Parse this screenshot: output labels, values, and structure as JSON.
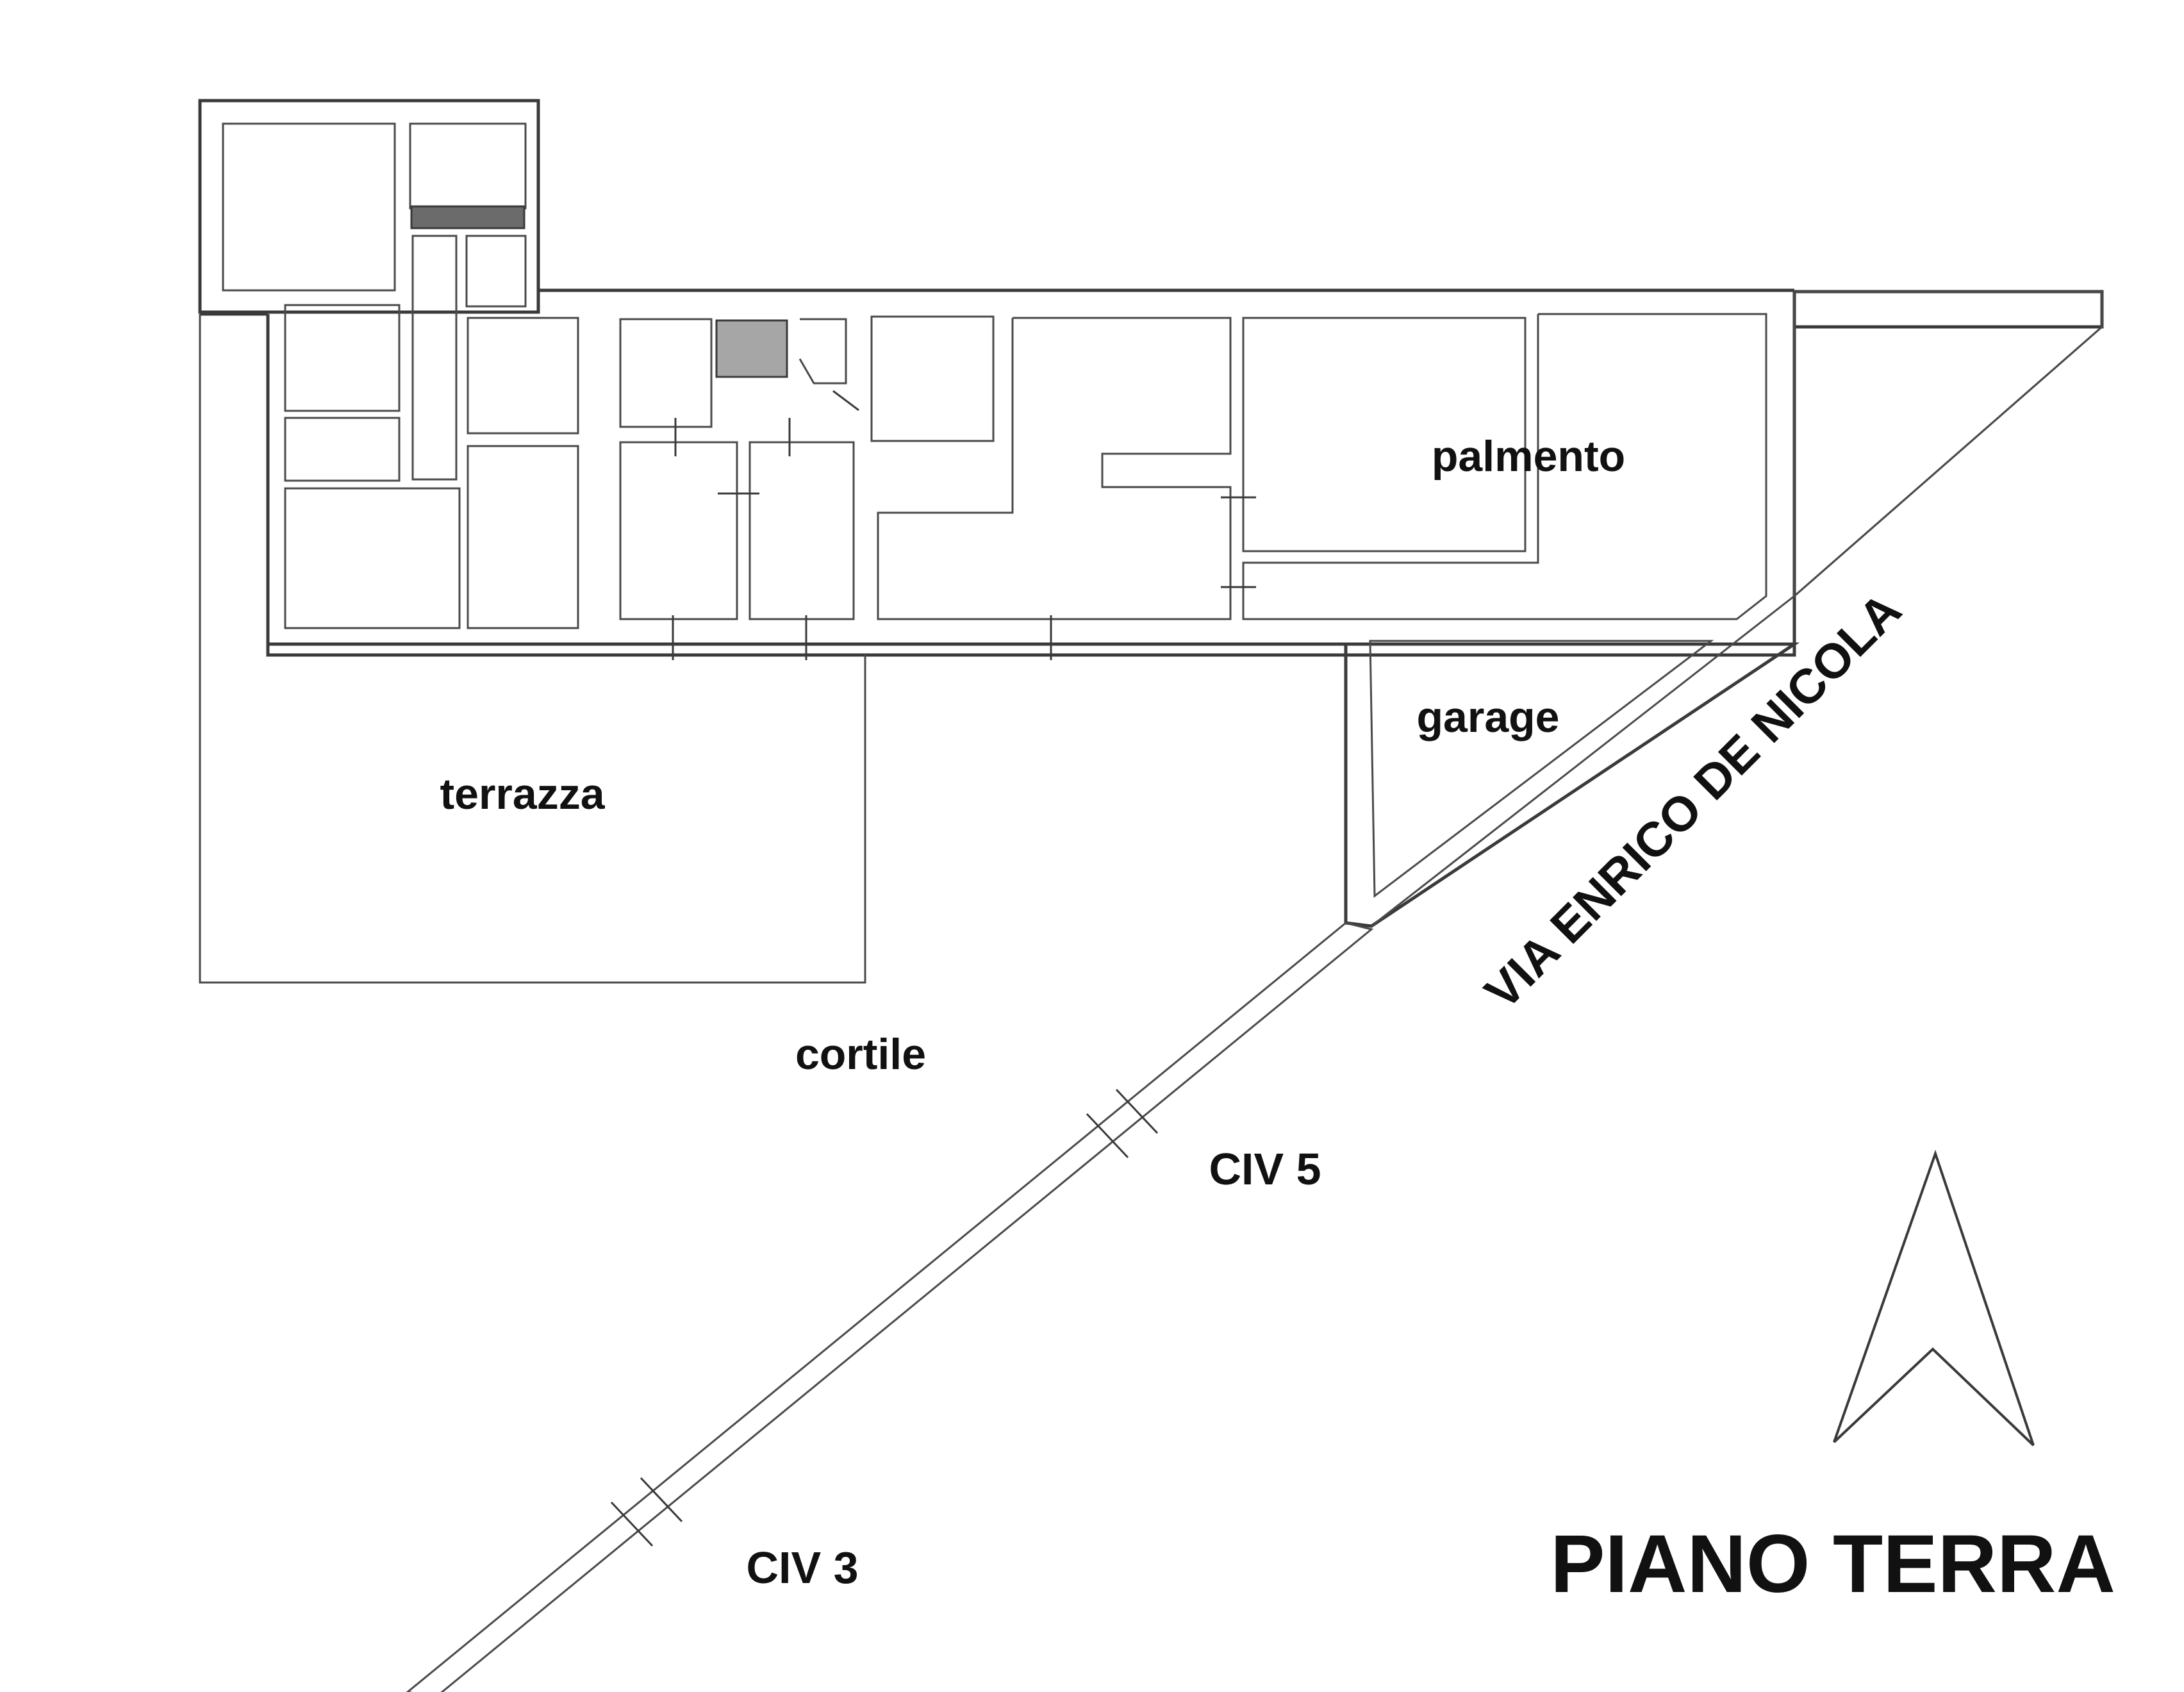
{
  "drawing": {
    "title": "PIANO TERRA",
    "street": "VIA ENRICO DE NICOLA",
    "labels": {
      "palmento": "palmento",
      "garage": "garage",
      "terrazza": "terrazza",
      "cortile": "cortile",
      "civ5": "CIV 5",
      "civ3": "CIV 3"
    }
  },
  "colors": {
    "wall": "#3a3a3a",
    "stair_fill": "#6b6b6b",
    "shaft_fill": "#a6a6a6",
    "background": "#ffffff"
  },
  "icons": {
    "north_arrow": "north-arrow-icon"
  }
}
